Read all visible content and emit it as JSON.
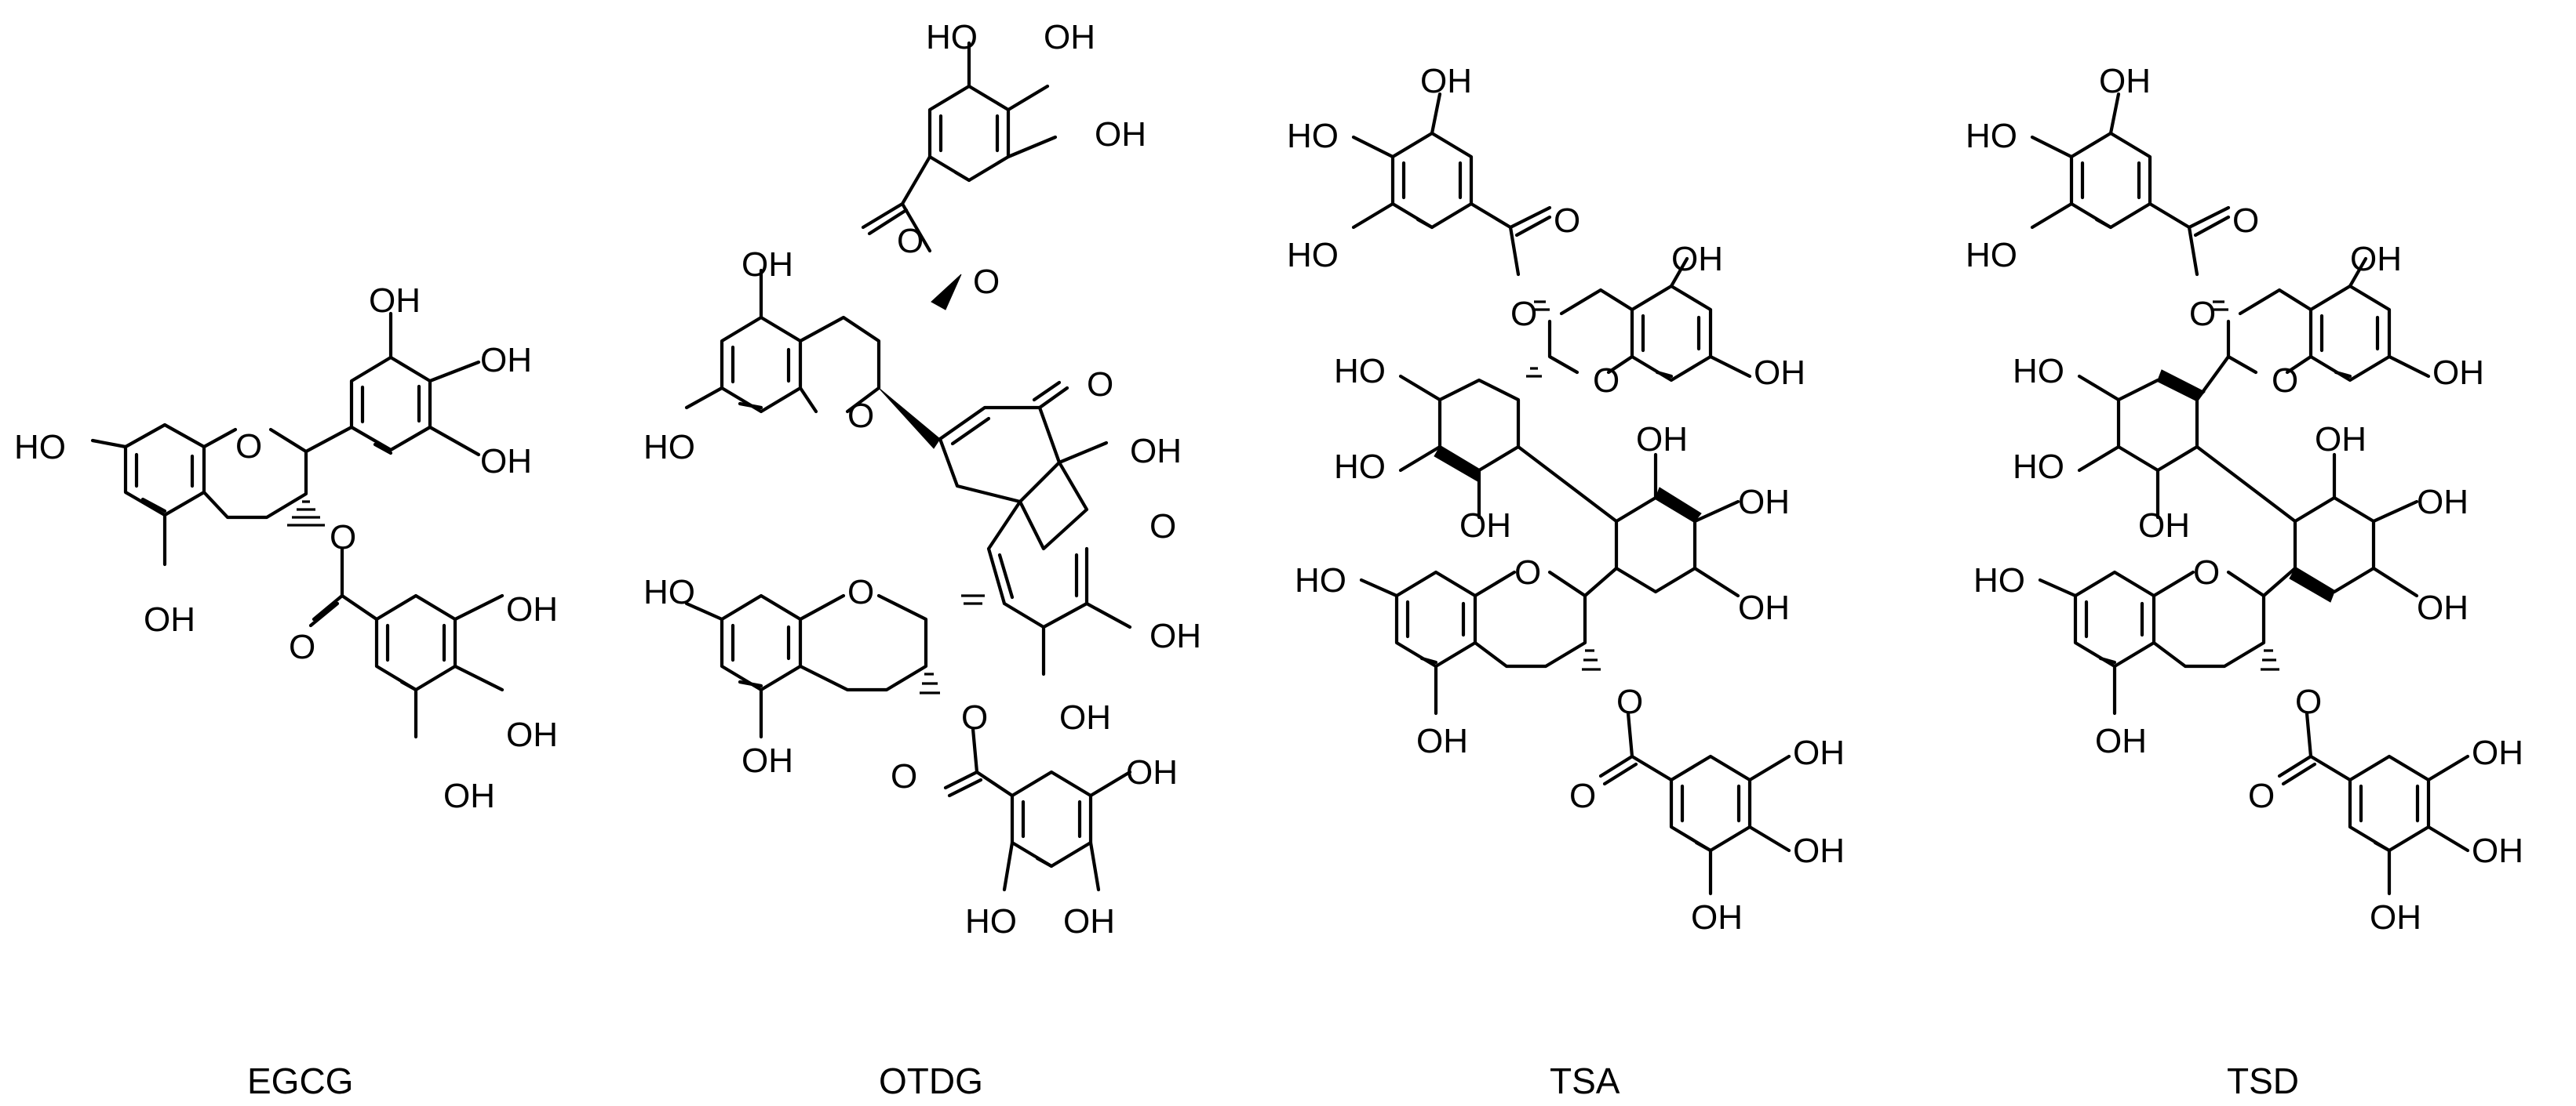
{
  "figure": {
    "molecules": [
      {
        "name": "EGCG"
      },
      {
        "name": "OTDG"
      },
      {
        "name": "TSA"
      },
      {
        "name": "TSD"
      }
    ],
    "atom_labels": {
      "OH": "OH",
      "HO": "HO",
      "O": "O"
    }
  }
}
